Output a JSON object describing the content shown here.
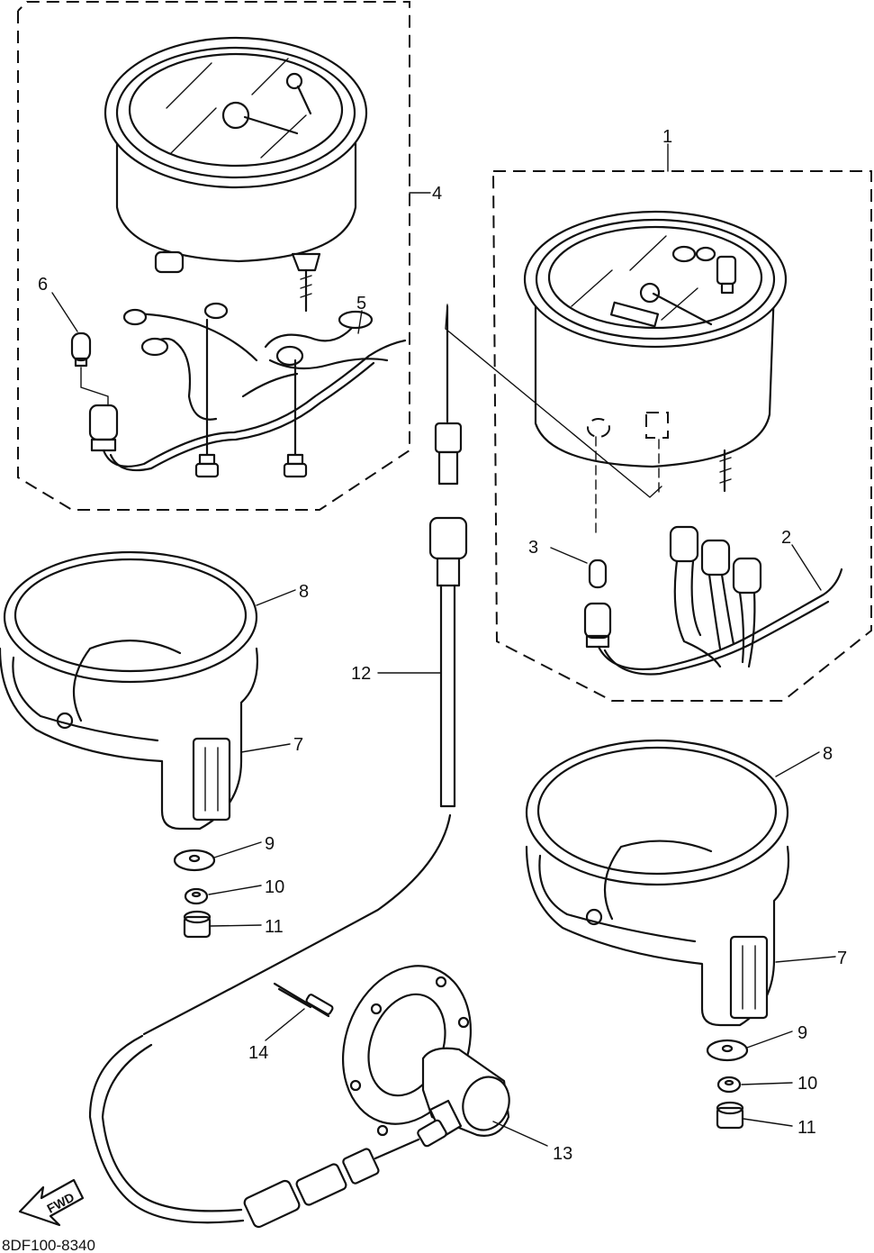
{
  "diagram": {
    "drawing_code": "8DF100-8340",
    "fwd_label": "FWD",
    "callouts": {
      "c1": "1",
      "c2": "2",
      "c3": "3",
      "c4": "4",
      "c5": "5",
      "c6": "6",
      "c7a": "7",
      "c7b": "7",
      "c8a": "8",
      "c8b": "8",
      "c9a": "9",
      "c9b": "9",
      "c10a": "10",
      "c10b": "10",
      "c11a": "11",
      "c11b": "11",
      "c12": "12",
      "c13": "13",
      "c14": "14"
    }
  }
}
